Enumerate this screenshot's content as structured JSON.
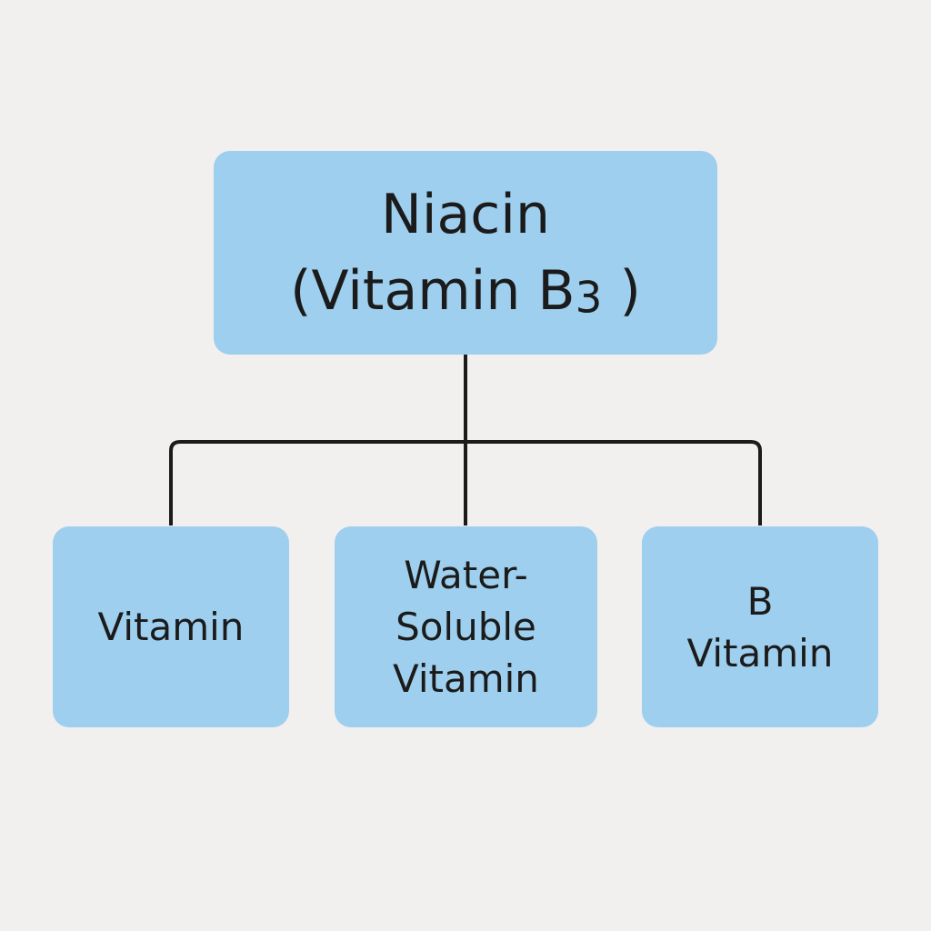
{
  "root": {
    "line1": "Niacin",
    "line2_prefix": "(Vitamin B",
    "line2_sub": "3",
    "line2_suffix": ")"
  },
  "children": [
    {
      "lines": [
        "Vitamin"
      ]
    },
    {
      "lines": [
        "Water-",
        "Soluble",
        "Vitamin"
      ]
    },
    {
      "lines": [
        "B",
        "Vitamin"
      ]
    }
  ],
  "colors": {
    "background": "#f1f0ee",
    "node_fill": "#9ecfee",
    "text": "#1b1b1b",
    "connector": "#1b1b1b"
  }
}
